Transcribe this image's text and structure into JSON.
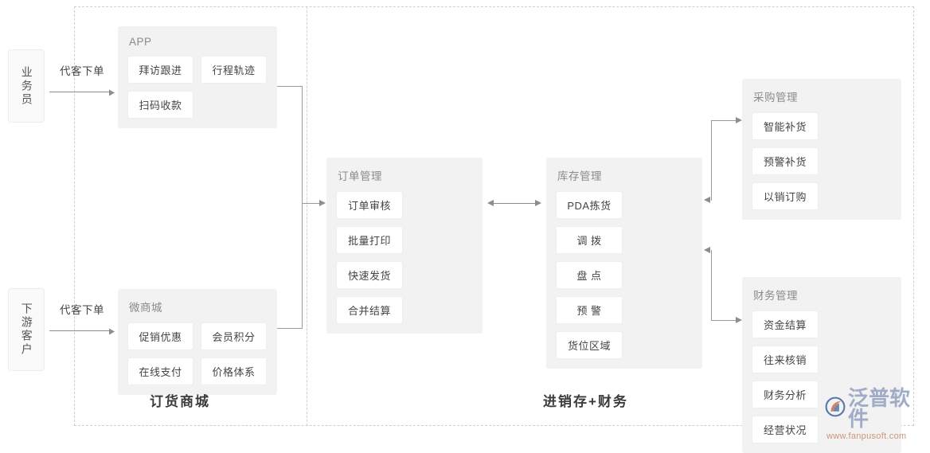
{
  "actors": [
    {
      "id": "sales",
      "label": "业务员"
    },
    {
      "id": "client",
      "label": "下游客户"
    }
  ],
  "flows": [
    {
      "id": "sales-order",
      "caption": "代客下单"
    },
    {
      "id": "client-order",
      "caption": "代客下单"
    }
  ],
  "panels": {
    "app": {
      "title": "APP",
      "chips": [
        "拜访跟进",
        "行程轨迹",
        "扫码收款"
      ]
    },
    "mall": {
      "title": "微商城",
      "chips": [
        "促销优惠",
        "会员积分",
        "在线支付",
        "价格体系"
      ]
    },
    "order": {
      "title": "订单管理",
      "chips": [
        "订单审核",
        "批量打印",
        "快速发货",
        "合并结算"
      ]
    },
    "inventory": {
      "title": "库存管理",
      "chips": [
        "PDA拣货",
        "调 拨",
        "盘 点",
        "预 警",
        "货位区域"
      ]
    },
    "purchase": {
      "title": "采购管理",
      "chips": [
        "智能补货",
        "预警补货",
        "以销订购"
      ]
    },
    "finance": {
      "title": "财务管理",
      "chips": [
        "资金结算",
        "往来核销",
        "财务分析",
        "经营状况"
      ]
    }
  },
  "zones": {
    "mall_zone": "订货商城",
    "erp_zone": "进销存+财务"
  },
  "watermark": {
    "brand": "泛普软件",
    "url": "www.fanpusoft.com"
  },
  "colors": {
    "panel_bg": "#f2f2f2",
    "chip_bg": "#ffffff",
    "border": "#ededed",
    "dashed": "#cfcfcf",
    "arrow": "#8d8d8d",
    "text": "#444444",
    "title": "#8a8a8a",
    "watermark_brand": "#9aa6c4",
    "watermark_url": "#c98f6a"
  }
}
